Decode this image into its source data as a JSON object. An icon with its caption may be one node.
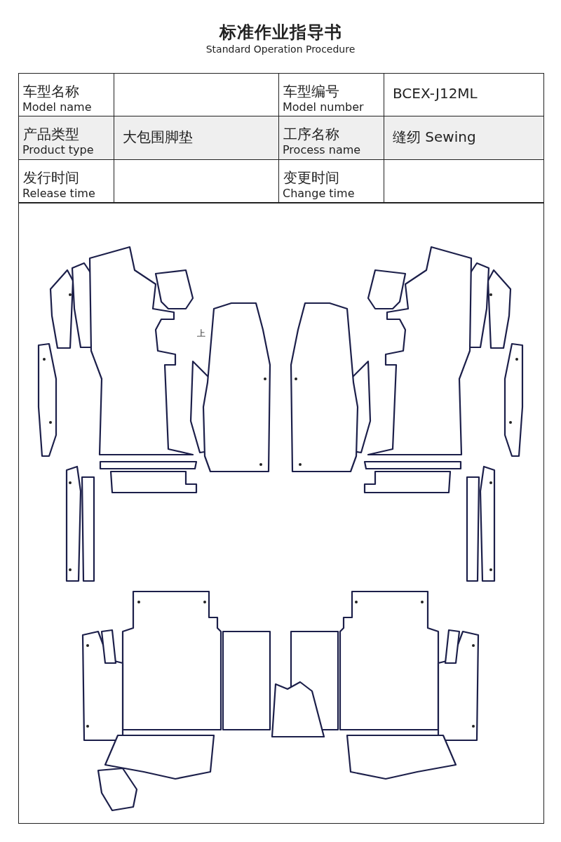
{
  "diagram": {
    "title": "标准作业指导书",
    "labels": [
      "Standard Operation Procedure",
      "车型名称",
      "Model name",
      "车型编号",
      "Model number",
      "BCEX-J12ML",
      "产品类型",
      "Product type",
      "大包围脚垫",
      "工序名称",
      "Process name",
      "缝纫 Sewing",
      "发行时间",
      "Release time",
      "变更时间",
      "Change time",
      "上"
    ]
  }
}
